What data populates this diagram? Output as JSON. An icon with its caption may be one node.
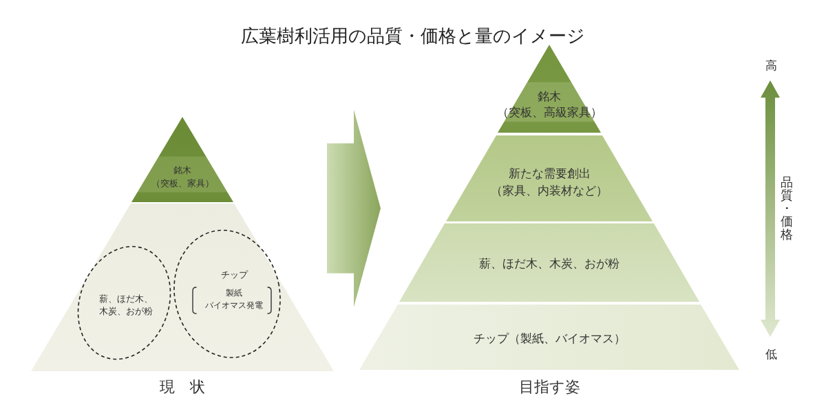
{
  "diagram": {
    "title": "広葉樹利活用の品質・価格と量のイメージ",
    "nodes": [
      {
        "text": [
          "現　状"
        ]
      },
      {
        "text": [
          "銘木",
          "（突板、家具）"
        ],
        "in": 0
      },
      {
        "text": [],
        "shape": "trapezoid",
        "in": 0
      },
      {
        "text": [
          "薪、ほだ木、木炭、おが粉"
        ],
        "in": 2
      },
      {
        "text": [
          "チップ",
          "製紙",
          "バイオマス発電"
        ],
        "in": 2
      },
      {
        "text": [
          "目指す姿"
        ]
      },
      {
        "text": [
          "銘木",
          "（突板、高級家具）"
        ],
        "in": 5
      },
      {
        "text": [
          "新たな需要創出",
          "（家具、内装材など）"
        ],
        "in": 5
      },
      {
        "text": [
          "薪、ほだ木、木炭、おが粉"
        ],
        "in": 5
      },
      {
        "text": [
          "チップ（製紙、バイオマス）"
        ],
        "in": 5
      }
    ],
    "edges": [
      {
        "from": 0,
        "to": 5,
        "arrow": "to"
      }
    ],
    "labels": [
      "高",
      "品質・価格",
      "低"
    ]
  }
}
